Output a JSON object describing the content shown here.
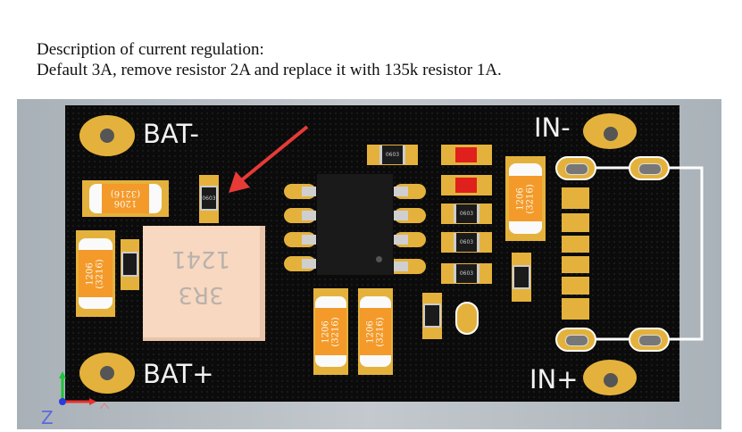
{
  "description": {
    "line1": "Description of current regulation:",
    "line2": "Default 3A, remove resistor 2A and replace it with 135k resistor 1A."
  },
  "board": {
    "labels": {
      "bat_minus": "BAT-",
      "bat_plus": "BAT+",
      "in_minus": "IN-",
      "in_plus": "IN+"
    },
    "inductor": {
      "line1": "1241",
      "line2": "3R3"
    },
    "cap_size": "1206",
    "cap_metric": "(3216)",
    "res_0603": "0603",
    "axis": {
      "z": "Z"
    },
    "colors": {
      "board": "#0b0b0b",
      "pad": "#e4b23c",
      "capacitor": "#f39a2a",
      "inductor": "#f8d8c0",
      "led": "#e0201c",
      "arrow": "#e83a36"
    }
  }
}
